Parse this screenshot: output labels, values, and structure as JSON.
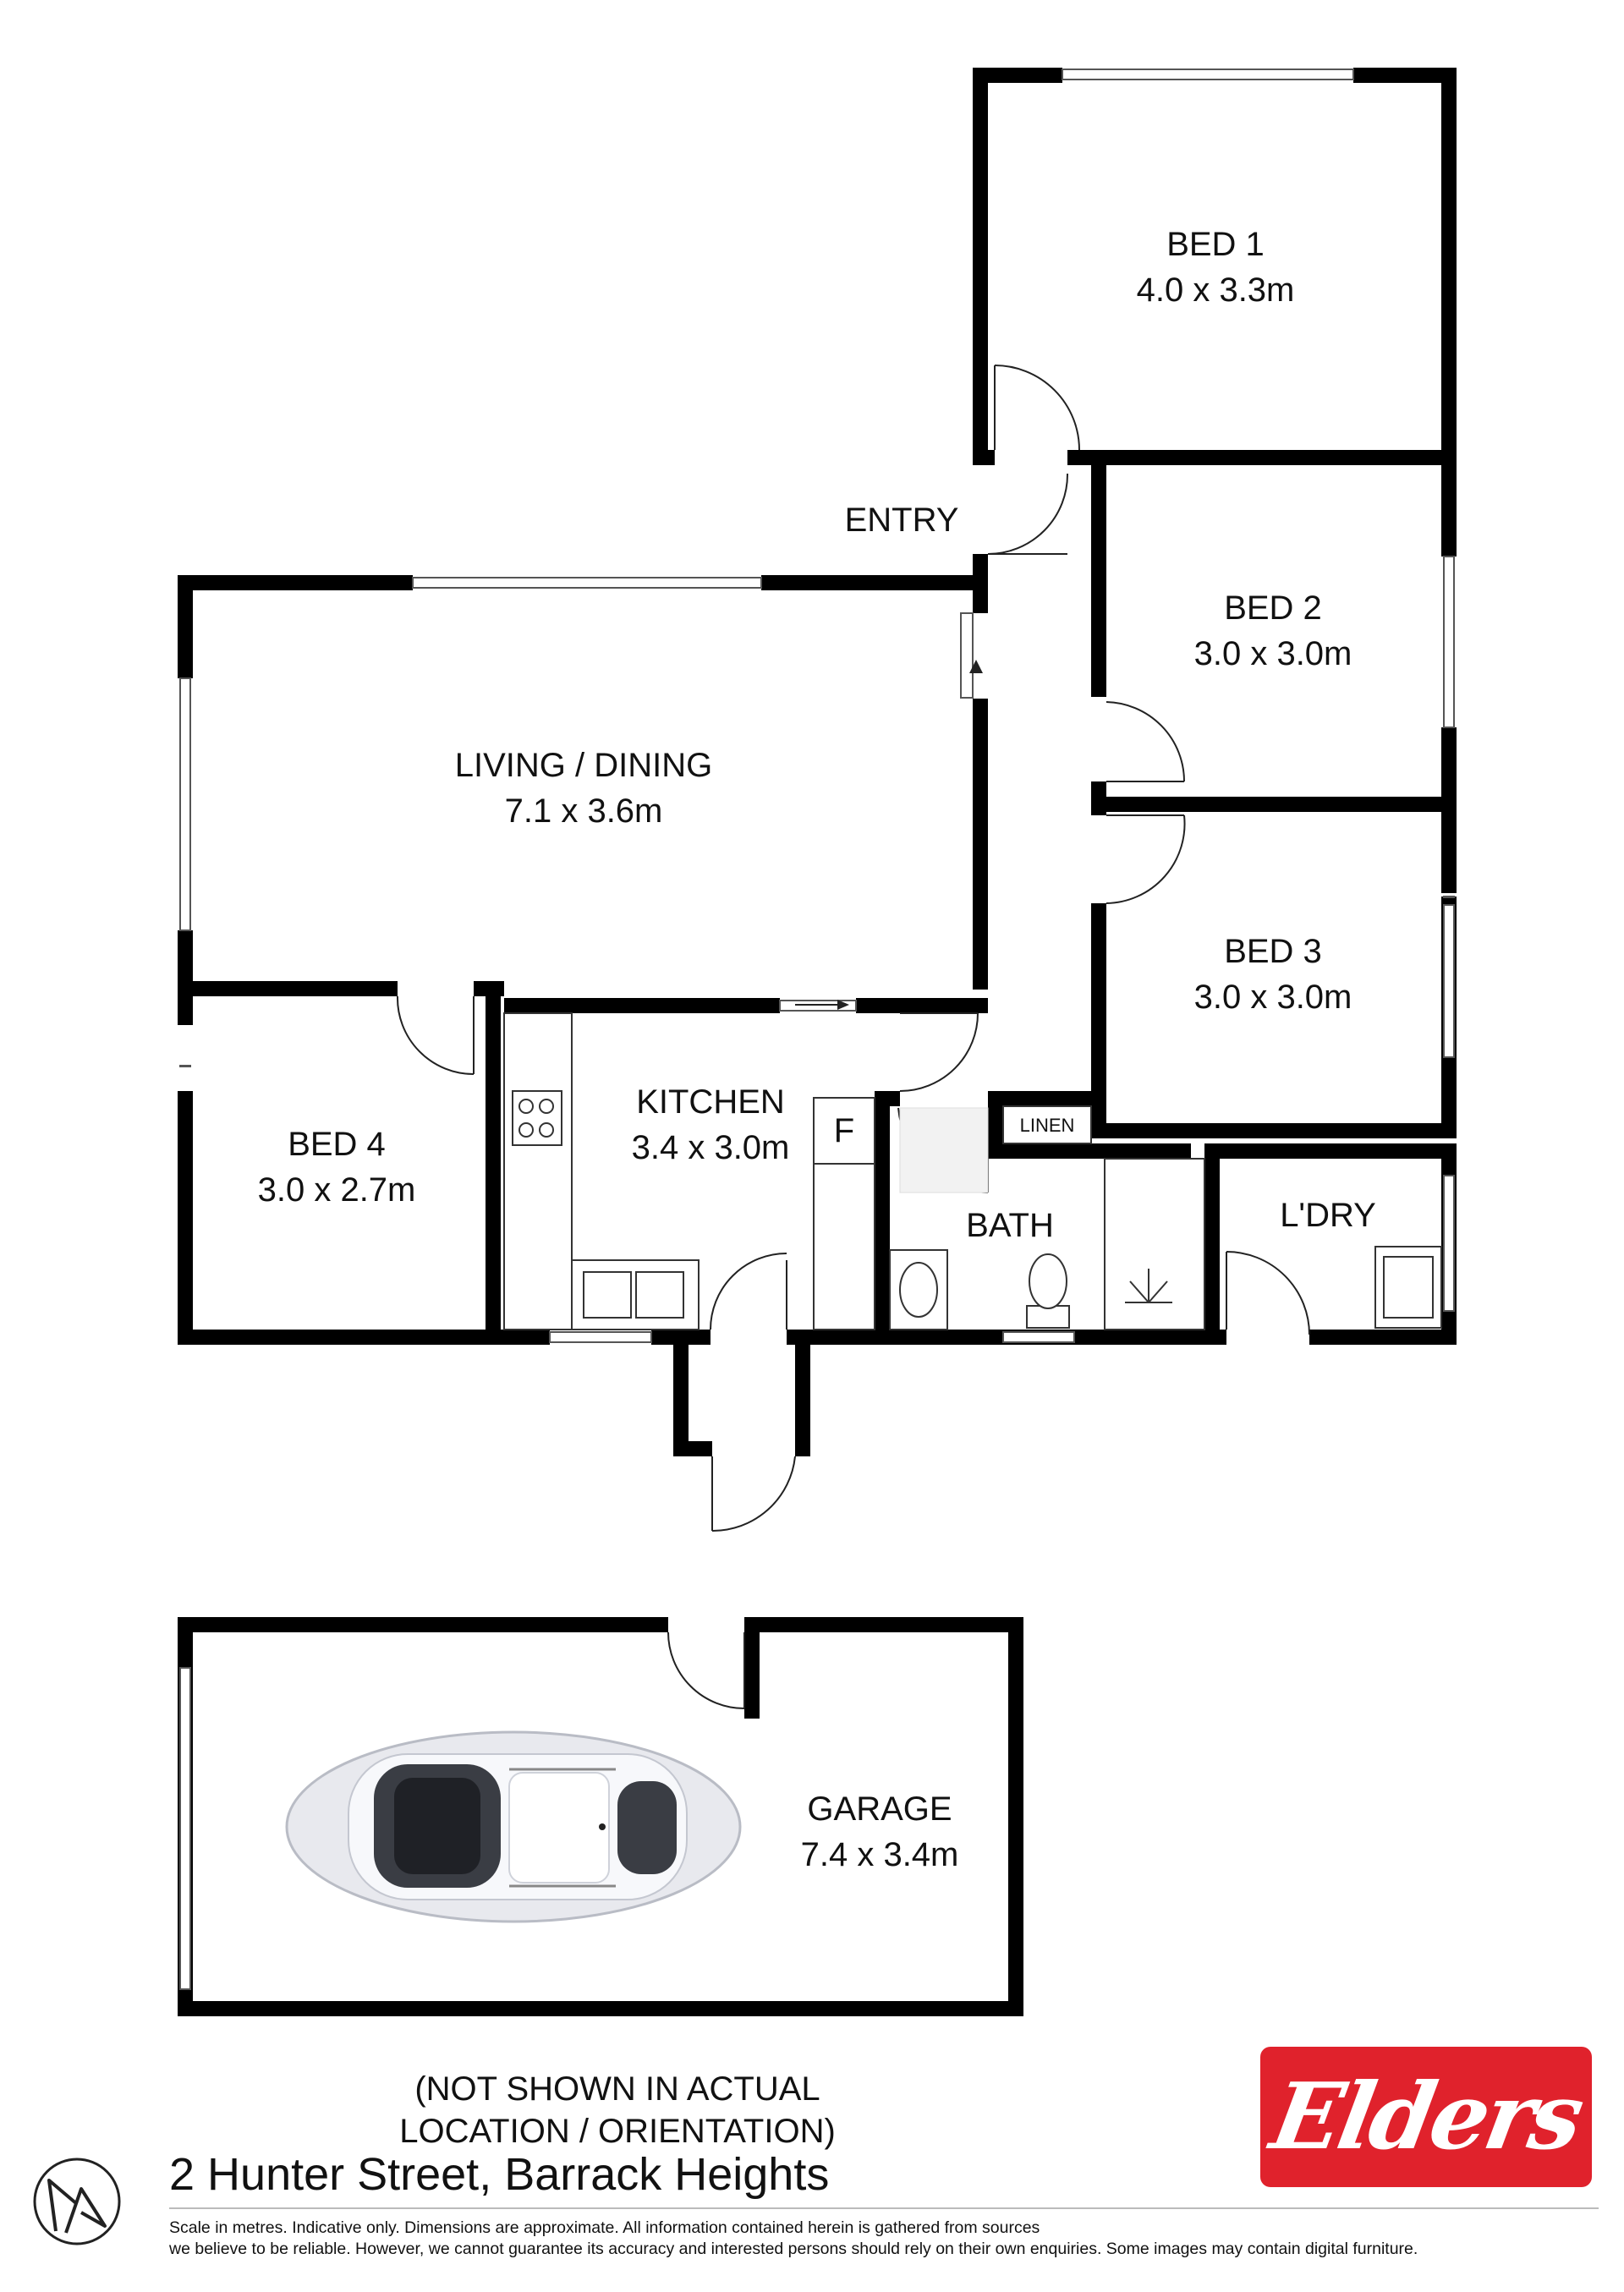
{
  "rooms": {
    "bed1": {
      "name": "BED 1",
      "size": "4.0 x 3.3m"
    },
    "entry": {
      "name": "ENTRY"
    },
    "bed2": {
      "name": "BED 2",
      "size": "3.0 x 3.0m"
    },
    "living": {
      "name": "LIVING / DINING",
      "size": "7.1 x 3.6m"
    },
    "bed3": {
      "name": "BED 3",
      "size": "3.0 x 3.0m"
    },
    "bed4": {
      "name": "BED 4",
      "size": "3.0 x 2.7m"
    },
    "kitchen": {
      "name": "KITCHEN",
      "size": "3.4 x 3.0m"
    },
    "fridge": {
      "name": "F"
    },
    "linen": {
      "name": "LINEN"
    },
    "bath": {
      "name": "BATH"
    },
    "laundry": {
      "name": "L'DRY"
    },
    "garage": {
      "name": "GARAGE",
      "size": "7.4 x 3.4m"
    }
  },
  "note": {
    "line1": "(NOT SHOWN IN ACTUAL",
    "line2": "LOCATION / ORIENTATION)"
  },
  "address": "2 Hunter Street, Barrack Heights",
  "disclaimer": {
    "line1": "Scale in metres. Indicative only. Dimensions are approximate. All information contained herein is gathered from sources",
    "line2": "we believe to be reliable. However, we cannot guarantee its accuracy and interested persons should rely on their own enquiries. Some images may contain digital furniture."
  },
  "logo": {
    "text": "Elders",
    "color": "#e0222c"
  },
  "icons": {
    "compass": "north-arrow-icon",
    "car": "car-icon"
  }
}
